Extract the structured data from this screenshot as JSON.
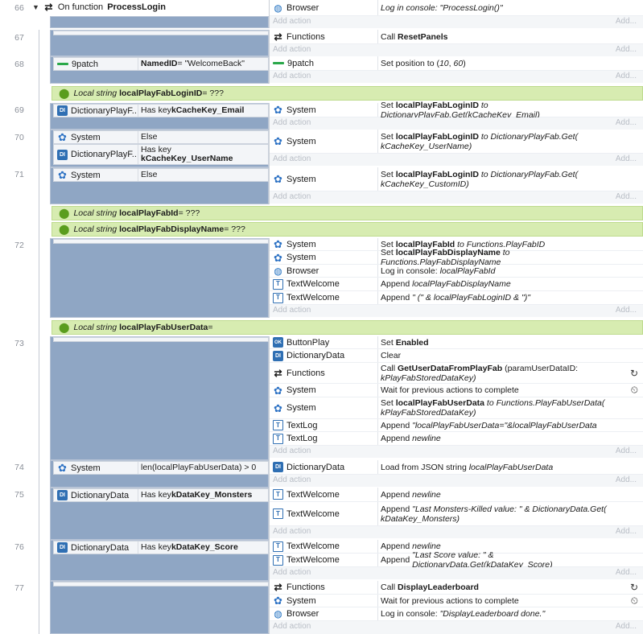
{
  "add_action": "Add action",
  "add": "Add...",
  "function": {
    "line": "66",
    "prefix": "On function",
    "name": "ProcessLogin",
    "actions": [
      {
        "icon": "globe-icon",
        "object": "Browser",
        "text": "Log in console: \"ProcessLogin()\""
      }
    ]
  },
  "events": {
    "e67": {
      "line": "67",
      "actions": [
        {
          "icon": "loop-icon",
          "object": "Functions",
          "text": "Call ResetPanels"
        }
      ]
    },
    "e68": {
      "line": "68",
      "cond_object": "9patch",
      "cond_key": "NamedID",
      "cond_rest": " = \"WelcomeBack\"",
      "actions": [
        {
          "icon": "ninepatch-icon",
          "object": "9patch",
          "text": "Set position to (10, 60)"
        }
      ]
    },
    "lv1": {
      "prefix": "Local string",
      "name": "localPlayFabLoginID",
      "value": " = ???"
    },
    "e69": {
      "line": "69",
      "cond_object": "DictionaryPlayF...",
      "cond_pre": "Has key ",
      "cond_key": "kCacheKey_Email",
      "actions": [
        {
          "icon": "gear-icon",
          "object": "System",
          "text_pre": "Set ",
          "text_bold": "localPlayFabLoginID",
          "text_post": " to DictionaryPlayFab.Get(kCacheKey_Email)"
        }
      ]
    },
    "e70": {
      "line": "70",
      "c1_object": "System",
      "c1_text": "Else",
      "c2_object": "DictionaryPlayF...",
      "c2_pre": "Has key",
      "c2_key": "kCacheKey_UserName",
      "actions": [
        {
          "icon": "gear-icon",
          "object": "System",
          "text_pre": "Set ",
          "text_bold": "localPlayFabLoginID",
          "text_post": " to DictionaryPlayFab.Get(",
          "text_post2": "kCacheKey_UserName)"
        }
      ]
    },
    "e71": {
      "line": "71",
      "c1_object": "System",
      "c1_text": "Else",
      "actions": [
        {
          "icon": "gear-icon",
          "object": "System",
          "text_pre": "Set ",
          "text_bold": "localPlayFabLoginID",
          "text_post": " to DictionaryPlayFab.Get(",
          "text_post2": "kCacheKey_CustomID)"
        }
      ]
    },
    "lv2": {
      "prefix": "Local string",
      "name": "localPlayFabId",
      "value": " = ???"
    },
    "lv3": {
      "prefix": "Local string",
      "name": "localPlayFabDisplayName",
      "value": " = ???"
    },
    "e72": {
      "line": "72",
      "actions": [
        {
          "icon": "gear-icon",
          "object": "System",
          "text_pre": "Set ",
          "text_bold": "localPlayFabId",
          "text_post": " to Functions.PlayFabID"
        },
        {
          "icon": "gear-icon",
          "object": "System",
          "text_pre": "Set ",
          "text_bold": "localPlayFabDisplayName",
          "text_post": " to Functions.PlayFabDisplayName"
        },
        {
          "icon": "globe-icon",
          "object": "Browser",
          "text": "Log in console: localPlayFabId"
        },
        {
          "icon": "text-icon",
          "object": "TextWelcome",
          "text": "Append localPlayFabDisplayName"
        },
        {
          "icon": "text-icon",
          "object": "TextWelcome",
          "text": "Append \" (\" & localPlayFabLoginID & \")\""
        }
      ]
    },
    "lv4": {
      "prefix": "Local string",
      "name": "localPlayFabUserData",
      "value": " ="
    },
    "e73": {
      "line": "73",
      "actions": [
        {
          "icon": "button-icon",
          "object": "ButtonPlay",
          "text_pre": "Set ",
          "text_bold": "Enabled"
        },
        {
          "icon": "dictionary-icon",
          "object": "DictionaryData",
          "text": "Clear"
        },
        {
          "icon": "loop-icon",
          "object": "Functions",
          "text_pre": "Call ",
          "text_bold": "GetUserDataFromPlayFab",
          "text_post": " (paramUserDataID:",
          "text_post2": "kPlayFabStoredDataKey)",
          "right_icon": "async-icon"
        },
        {
          "icon": "gear-icon",
          "object": "System",
          "text": "Wait for previous actions to complete",
          "right_icon": "wait-icon"
        },
        {
          "icon": "gear-icon",
          "object": "System",
          "text_pre": "Set ",
          "text_bold": "localPlayFabUserData",
          "text_post": " to Functions.PlayFabUserData(",
          "text_post2": "kPlayFabStoredDataKey)"
        },
        {
          "icon": "text-icon",
          "object": "TextLog",
          "text": "Append \"localPlayFabUserData=\"&localPlayFabUserData"
        },
        {
          "icon": "text-icon",
          "object": "TextLog",
          "text_pre": "Append ",
          "text_italic": "newline"
        }
      ]
    },
    "e74": {
      "line": "74",
      "cond_object": "System",
      "cond_text": "len(localPlayFabUserData) > 0",
      "actions": [
        {
          "icon": "dictionary-icon",
          "object": "DictionaryData",
          "text": "Load from JSON string localPlayFabUserData"
        }
      ]
    },
    "e75": {
      "line": "75",
      "cond_object": "DictionaryData",
      "cond_pre": "Has key ",
      "cond_key": "kDataKey_Monsters",
      "actions": [
        {
          "icon": "text-icon",
          "object": "TextWelcome",
          "text_pre": "Append ",
          "text_italic": "newline"
        },
        {
          "icon": "text-icon",
          "object": "TextWelcome",
          "text": "Append \"Last Monsters-Killed value: \" & DictionaryData.Get(",
          "text2": "kDataKey_Monsters)"
        }
      ]
    },
    "e76": {
      "line": "76",
      "cond_object": "DictionaryData",
      "cond_pre": "Has key ",
      "cond_key": "kDataKey_Score",
      "actions": [
        {
          "icon": "text-icon",
          "object": "TextWelcome",
          "text_pre": "Append ",
          "text_italic": "newline"
        },
        {
          "icon": "text-icon",
          "object": "TextWelcome",
          "text": "Append \"Last Score value: \" & DictionaryData.Get(kDataKey_Score)"
        }
      ]
    },
    "e77": {
      "line": "77",
      "actions": [
        {
          "icon": "loop-icon",
          "object": "Functions",
          "text_pre": "Call ",
          "text_bold": "DisplayLeaderboard",
          "right_icon": "async-icon"
        },
        {
          "icon": "gear-icon",
          "object": "System",
          "text": "Wait for previous actions to complete",
          "right_icon": "wait-icon"
        },
        {
          "icon": "globe-icon",
          "object": "Browser",
          "text": "Log in console: \"DisplayLeaderboard done.\""
        }
      ]
    }
  },
  "colors": {
    "condition_bg": "#8fa6c4",
    "local_var_bg": "#d7ecb1",
    "icon_blue": "#2f6fb3"
  }
}
